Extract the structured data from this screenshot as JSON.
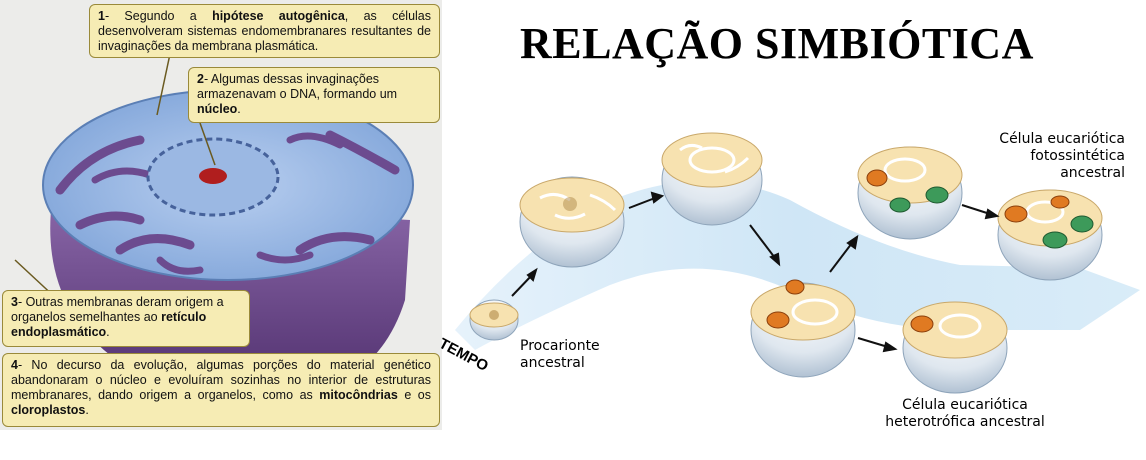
{
  "title": "RELAÇÃO SIMBIÓTICA",
  "callouts": {
    "c1": {
      "num": "1",
      "pre": "- Segundo a ",
      "bold": "hipótese autogênica",
      "post": ", as células desenvolveram sistemas endomembranares resultantes de invaginações da membrana plasmática."
    },
    "c2": {
      "num": "2",
      "pre": "- Algumas dessas invaginações armazenavam o DNA, formando um ",
      "bold": "núcleo",
      "post": "."
    },
    "c3": {
      "num": "3",
      "pre": "- Outras membranas deram origem a organelos semelhantes ao ",
      "bold": "retículo endoplasmático",
      "post": "."
    },
    "c4": {
      "num": "4",
      "pre": "- No decurso da evolução, algumas porções do material genético abandonaram o núcleo e evoluíram sozinhas no interior de estruturas membranares, dando origem a organelos, como as ",
      "bold": "mitocôndrias",
      "mid": " e os ",
      "bold2": "cloroplastos",
      "post": "."
    }
  },
  "labels": {
    "tempo": "TEMPO",
    "procarionte_line1": "Procarionte",
    "procarionte_line2": "ancestral",
    "fotossintetica_line1": "Célula eucariótica",
    "fotossintetica_line2": "fotossintética",
    "fotossintetica_line3": "ancestral",
    "heterotrofica_line1": "Célula eucariótica",
    "heterotrofica_line2": "heterotrófica ancestral"
  },
  "colors": {
    "callout_bg": "#f6ecb4",
    "arrow_band": "#cfe6f6",
    "cytoplasm": "#f7e2b0",
    "mitochondria": "#e07a22",
    "chloroplast": "#3d9a5a",
    "cell_purple": "#6f4a8e",
    "cell_blue": "#8db4e6"
  }
}
